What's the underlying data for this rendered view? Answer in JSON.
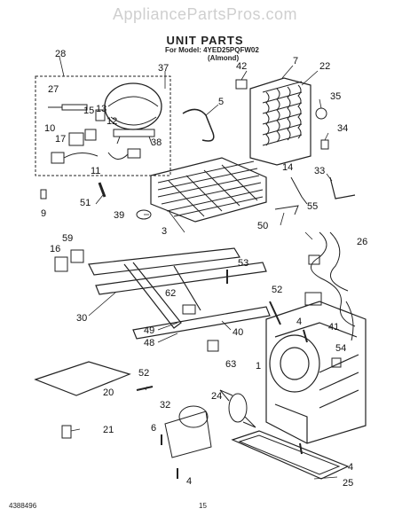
{
  "watermark": "AppliancePartsPros.com",
  "header": {
    "title": "UNIT PARTS",
    "model_line": "For Model: 4YED25PQFW02",
    "variant": "(Almond)"
  },
  "callouts": [
    "28",
    "37",
    "42",
    "7",
    "22",
    "27",
    "5",
    "15",
    "13",
    "35",
    "10",
    "17",
    "38",
    "11",
    "12",
    "34",
    "14",
    "33",
    "9",
    "51",
    "39",
    "55",
    "50",
    "3",
    "26",
    "16",
    "59",
    "53",
    "52",
    "62",
    "30",
    "49",
    "4",
    "41",
    "48",
    "40",
    "63",
    "54",
    "1",
    "52",
    "24",
    "20",
    "21",
    "32",
    "6",
    "4",
    "4",
    "25"
  ],
  "footer": {
    "doc_number": "4388496",
    "page": "15"
  }
}
